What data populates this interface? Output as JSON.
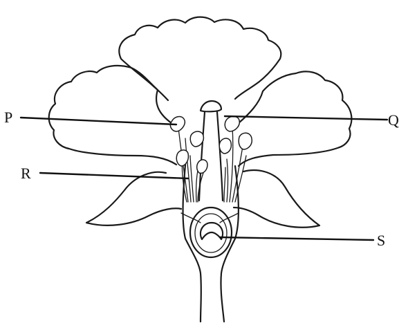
{
  "diagram": {
    "labels": {
      "p": "P",
      "q": "Q",
      "r": "R",
      "s": "S"
    }
  }
}
